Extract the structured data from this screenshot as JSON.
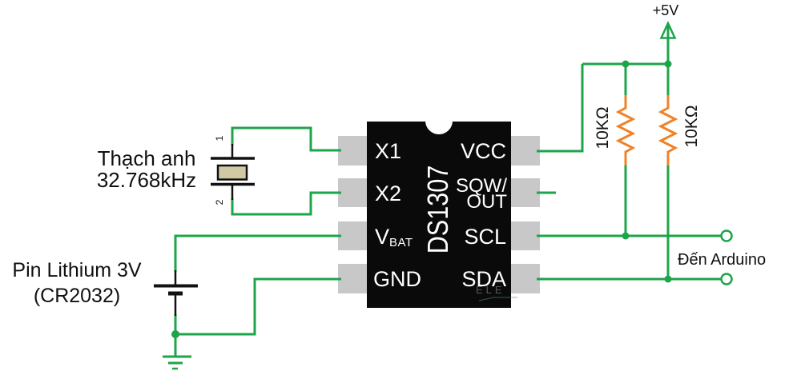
{
  "labels": {
    "supply": "+5V",
    "crystal_title": "Thạch anh",
    "crystal_freq": "32.768kHz",
    "battery_title": "Pin Lithium 3V",
    "battery_model": "(CR2032)",
    "to_arduino": "Đến Arduino",
    "r1_value": "10KΩ",
    "r2_value": "10KΩ",
    "crystal_pin1": "1",
    "crystal_pin2": "2",
    "watermark": "ELE"
  },
  "ic": {
    "name": "DS1307",
    "pins": {
      "x1": "X1",
      "x2": "X2",
      "vbat_main": "V",
      "vbat_sub": "BAT",
      "gnd": "GND",
      "vcc": "VCC",
      "sqw_line1": "SQW/",
      "sqw_line2": "OUT",
      "scl": "SCL",
      "sda": "SDA"
    }
  },
  "colors": {
    "wire": "#1ea44a",
    "resistor": "#f08228",
    "pad": "#c8c8c8",
    "ic_body": "#0a0a0a",
    "crystal_fill": "#d0c9a4",
    "black_part": "#111111"
  }
}
